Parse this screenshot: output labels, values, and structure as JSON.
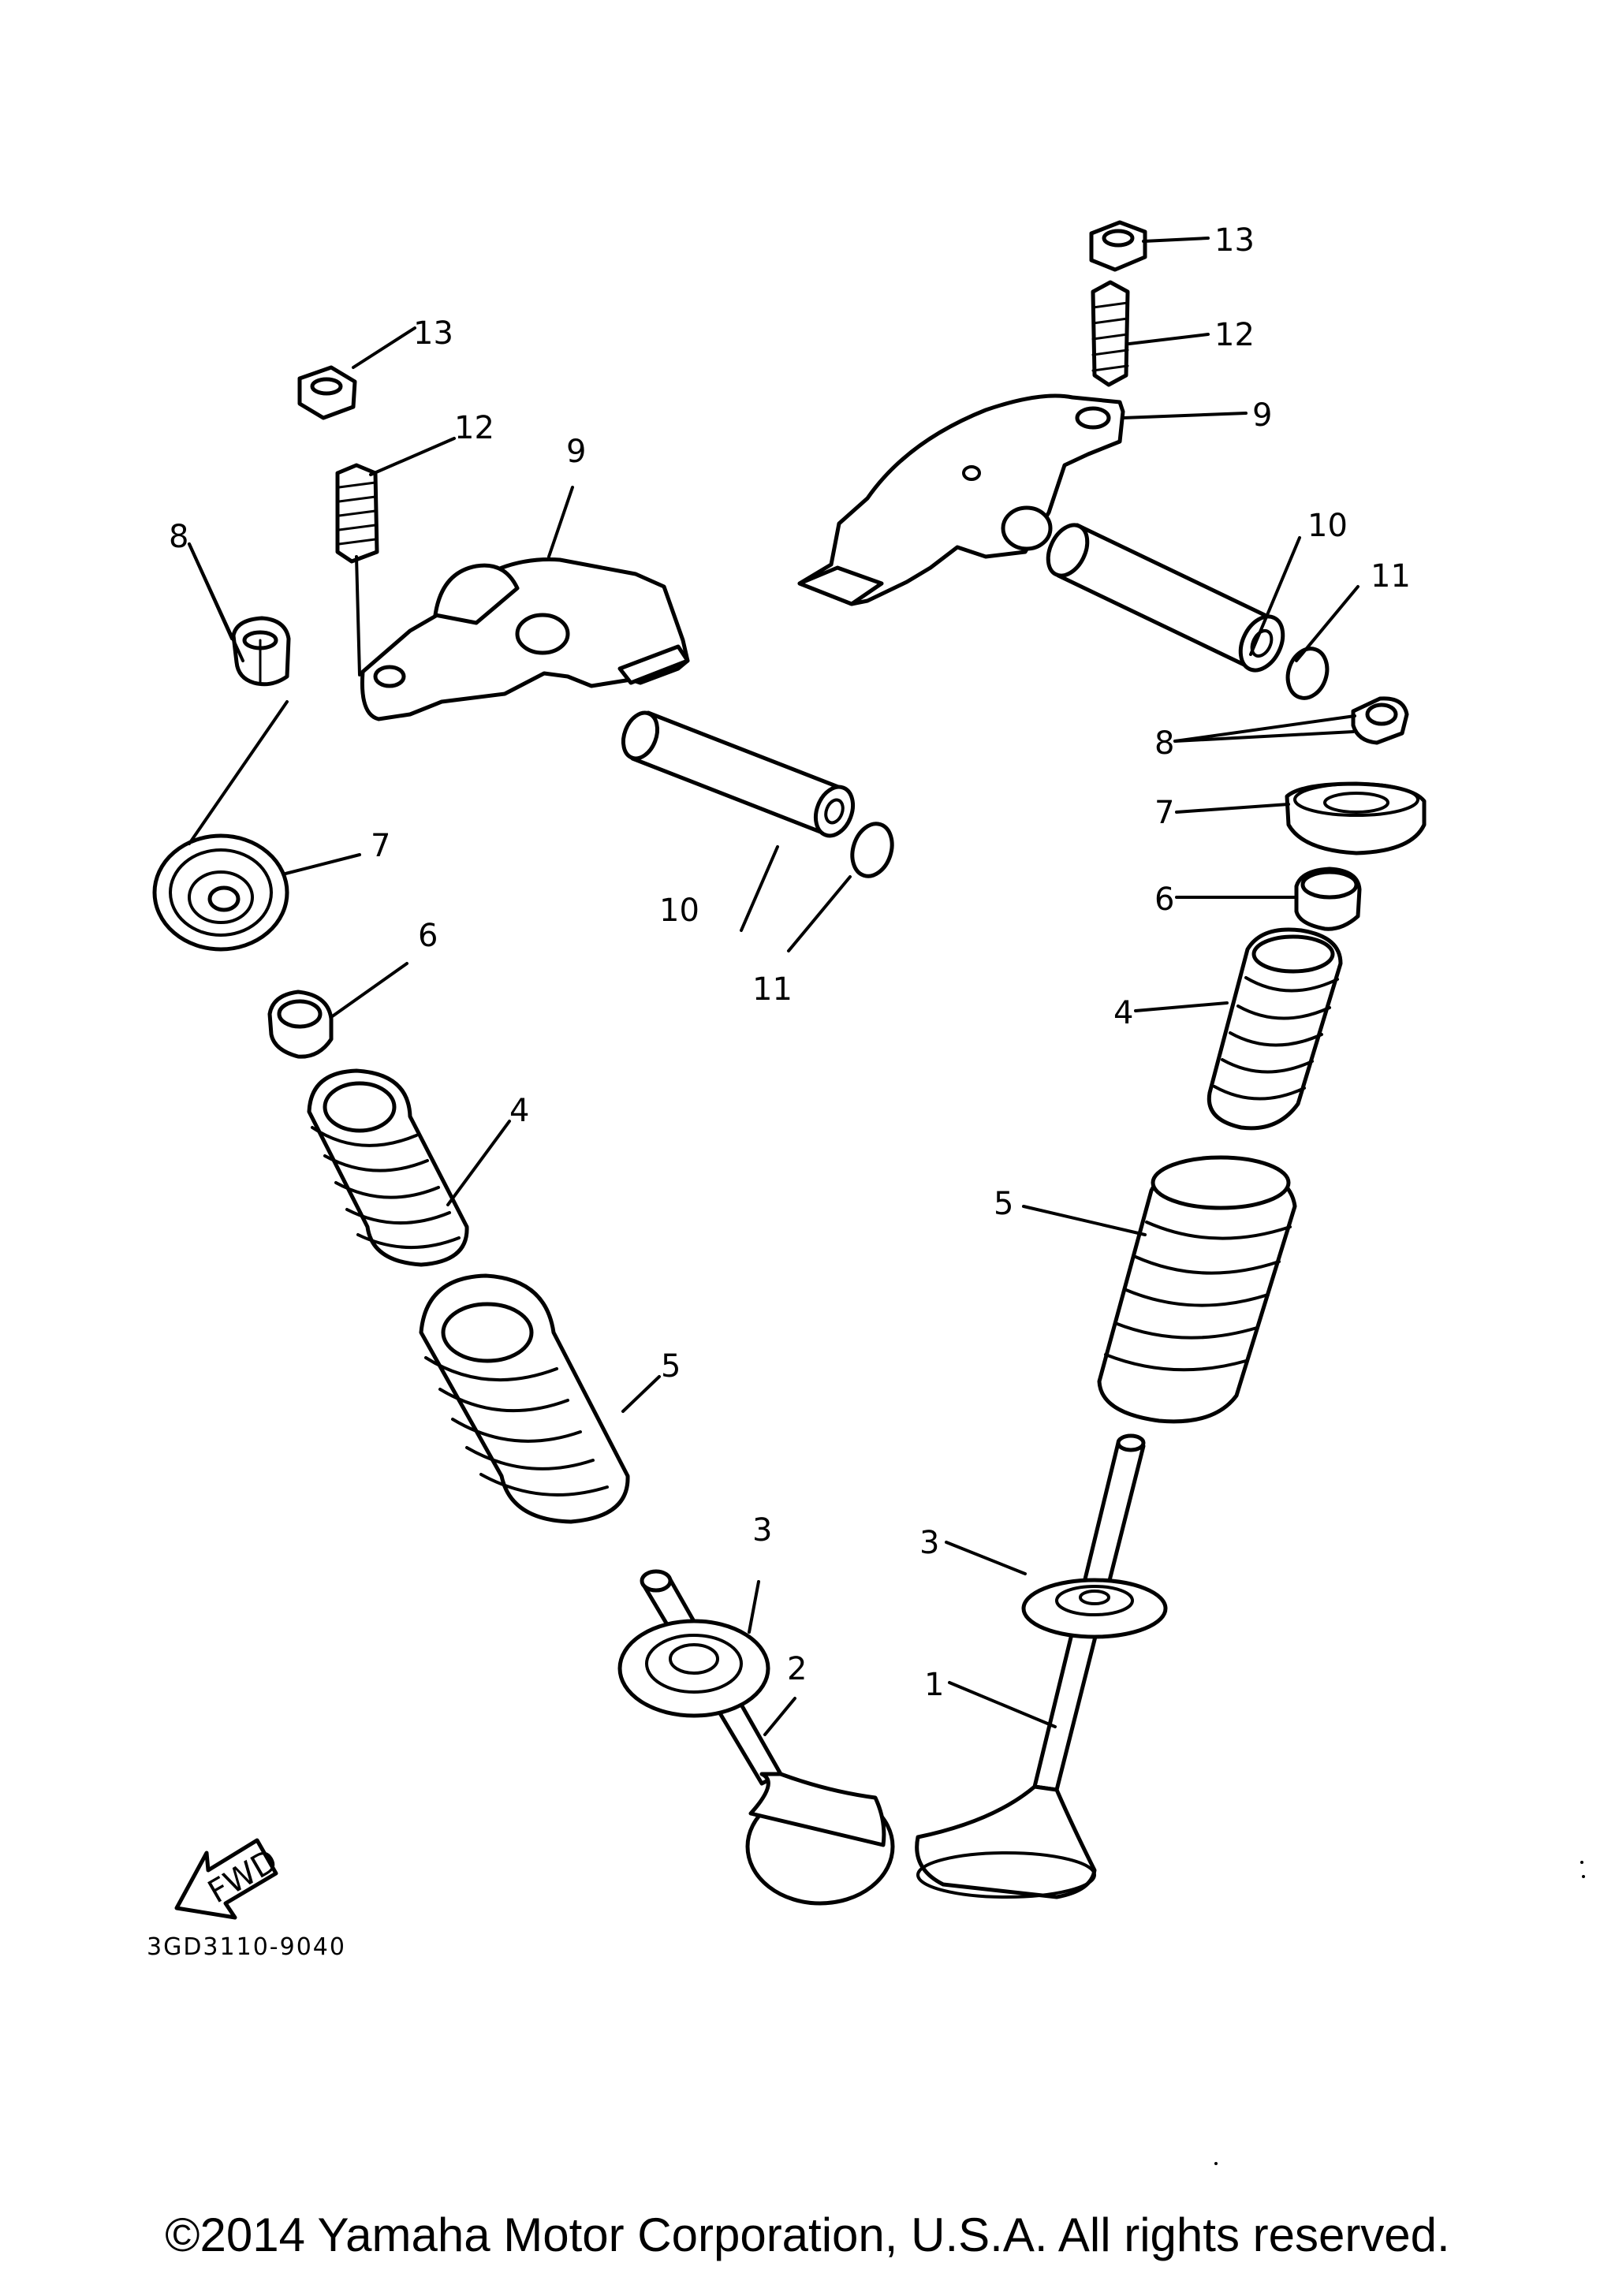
{
  "callouts": [
    "1",
    "2",
    "3",
    "3",
    "4",
    "4",
    "5",
    "5",
    "6",
    "6",
    "7",
    "7",
    "8",
    "8",
    "9",
    "9",
    "10",
    "10",
    "11",
    "11",
    "12",
    "12",
    "13",
    "13"
  ],
  "fwd_label": "FWD",
  "drawing_code": "3GD3110-9040",
  "copyright": "©2014 Yamaha Motor Corporation, U.S.A. All rights reserved."
}
